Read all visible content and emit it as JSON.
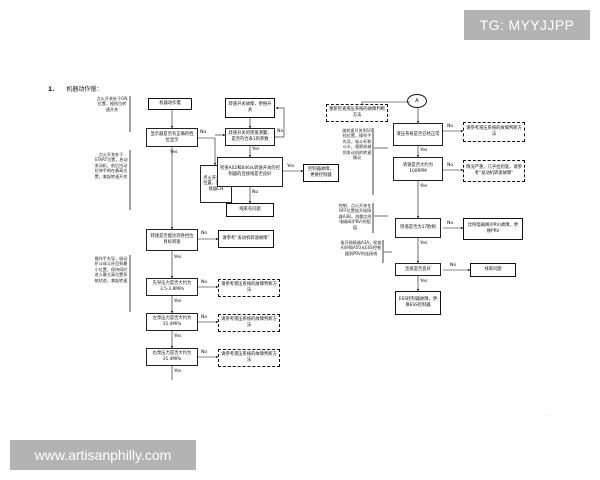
{
  "watermarks": {
    "top": "TG: MYYJJPP",
    "bottom": "www.artisanphilly.com"
  },
  "section": {
    "number": "1.",
    "title": "机器动作慢："
  },
  "left_notes": {
    "n1": "点火开关处于ON位置，推档位转速开关",
    "n2": "点火开关处于START位置，启动发动机，前后拉动拉伸手柄在最高位置，拿起转速开关",
    "n3": "操作手先导，吸动铲斗成斗杆回到最小位置，保持同时进入最大高位置系统状态，拿起转速"
  },
  "col1": {
    "start": "机器动作慢",
    "q1": "显示器是否有正确的档位显示",
    "q2": "转速是否能达到各挡位目标转速",
    "q3": "先导压力是否大约为3.5-3.8MPa",
    "q4": "左泵压力是否大约为31.4MPa",
    "q5": "右泵压力是否大约为31.4MPa",
    "act1": "点火开关OFF位置，拔掉插接器CH",
    "ref1": "请参考“发动机转速故障”",
    "ref2": "请参考液压系统的故障判断方法",
    "ref3": "请参考液压系统的故障判断方法",
    "ref4": "请参考液压系统的故障判断方法"
  },
  "col2": {
    "c1": "转速开关故障，更换开关",
    "c2": "转速开关的阻值测量，是否符合表1的参数",
    "c3": "检查A02和B46从转速开关的控制器的连接线是否良好",
    "c4": "线束有问题",
    "c5": "控制器故障，更换控制器"
  },
  "right": {
    "connector": "A",
    "top_box": "重新检查液压系统的故障判断方法",
    "note1": "拔转速开关到10档位置，操作手先导，吸斗杆和斗头，观察机械到发动机的转速情况",
    "q1": "液压系统是否已经正常",
    "q1_out": "请参考液压系统的故障判断方法",
    "q2": "转速是否大约为100RPM",
    "q2_out": "情况严重，几乎拉到底，请参考“发动机转速故障”",
    "note2": "控制，点火开关在OFF位置拔开插接器A3B，测量比例电磁阀(PRV)的阻值",
    "q3": "阻值是否为17欧姆",
    "q3_out": "比例电磁阀(PRV)故障，更换PRV",
    "note3": "拔开插接器A3A，检查A49和A50从ESS控制器到PRV的连接线",
    "q4": "连接是否良好",
    "q4_out": "线束问题",
    "end": "ESS控制器故障，更换ESS控制器"
  },
  "labels": {
    "yes": "Yes",
    "no": "No"
  }
}
